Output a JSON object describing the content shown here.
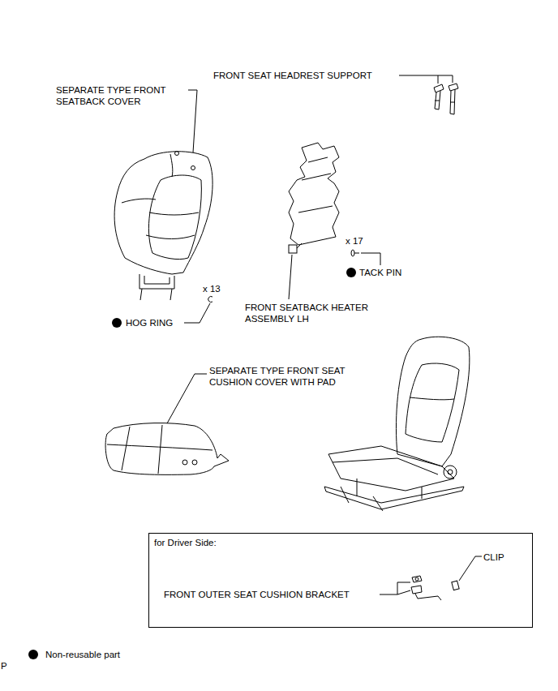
{
  "diagram": {
    "nodes": [
      {
        "text": [
          "for Driver Side:",
          "FRONT OUTER SEAT CUSHION BRACKET",
          "CLIP"
        ]
      }
    ],
    "labels": [
      "FRONT SEAT HEADREST SUPPORT",
      "SEPARATE TYPE FRONT SEATBACK COVER",
      "x 17",
      "TACK PIN",
      "x 13",
      "HOG RING",
      "FRONT SEATBACK HEATER ASSEMBLY LH",
      "SEPARATE TYPE FRONT SEAT CUSHION COVER WITH PAD",
      "P"
    ],
    "legend": [
      {
        "text": "Non-reusable part"
      }
    ]
  }
}
